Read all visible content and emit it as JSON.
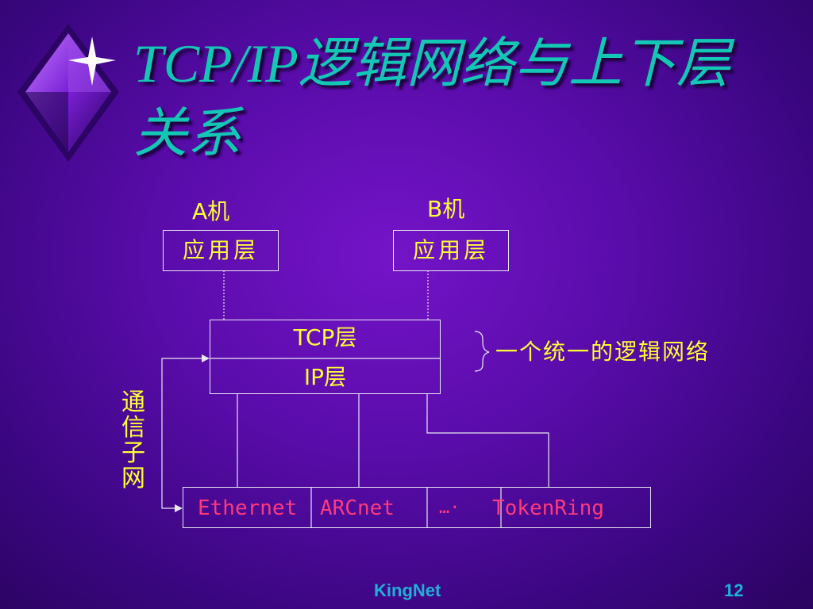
{
  "slide": {
    "title": "TCP/IP逻辑网络与上下层关系",
    "hostA": {
      "label": "A机",
      "app_layer": "应用层"
    },
    "hostB": {
      "label": "B机",
      "app_layer": "应用层"
    },
    "tcp_layer": "TCP层",
    "ip_layer": "IP层",
    "logical_network_note": "一个统一的逻辑网络",
    "comm_subnet_label": [
      "通",
      "信",
      "子",
      "网"
    ],
    "networks": [
      "Ethernet",
      "ARCnet",
      "…·",
      "TokenRing"
    ],
    "footer_brand": "KingNet",
    "page_number": "12"
  },
  "colors": {
    "title": "#12c8b4",
    "label_yellow": "#ffff33",
    "network_red": "#ff3a7a",
    "footer_cyan": "#1fb0d8",
    "line": "#e8e8f0"
  },
  "icons": {
    "logo": "diamond-star-logo-icon"
  }
}
